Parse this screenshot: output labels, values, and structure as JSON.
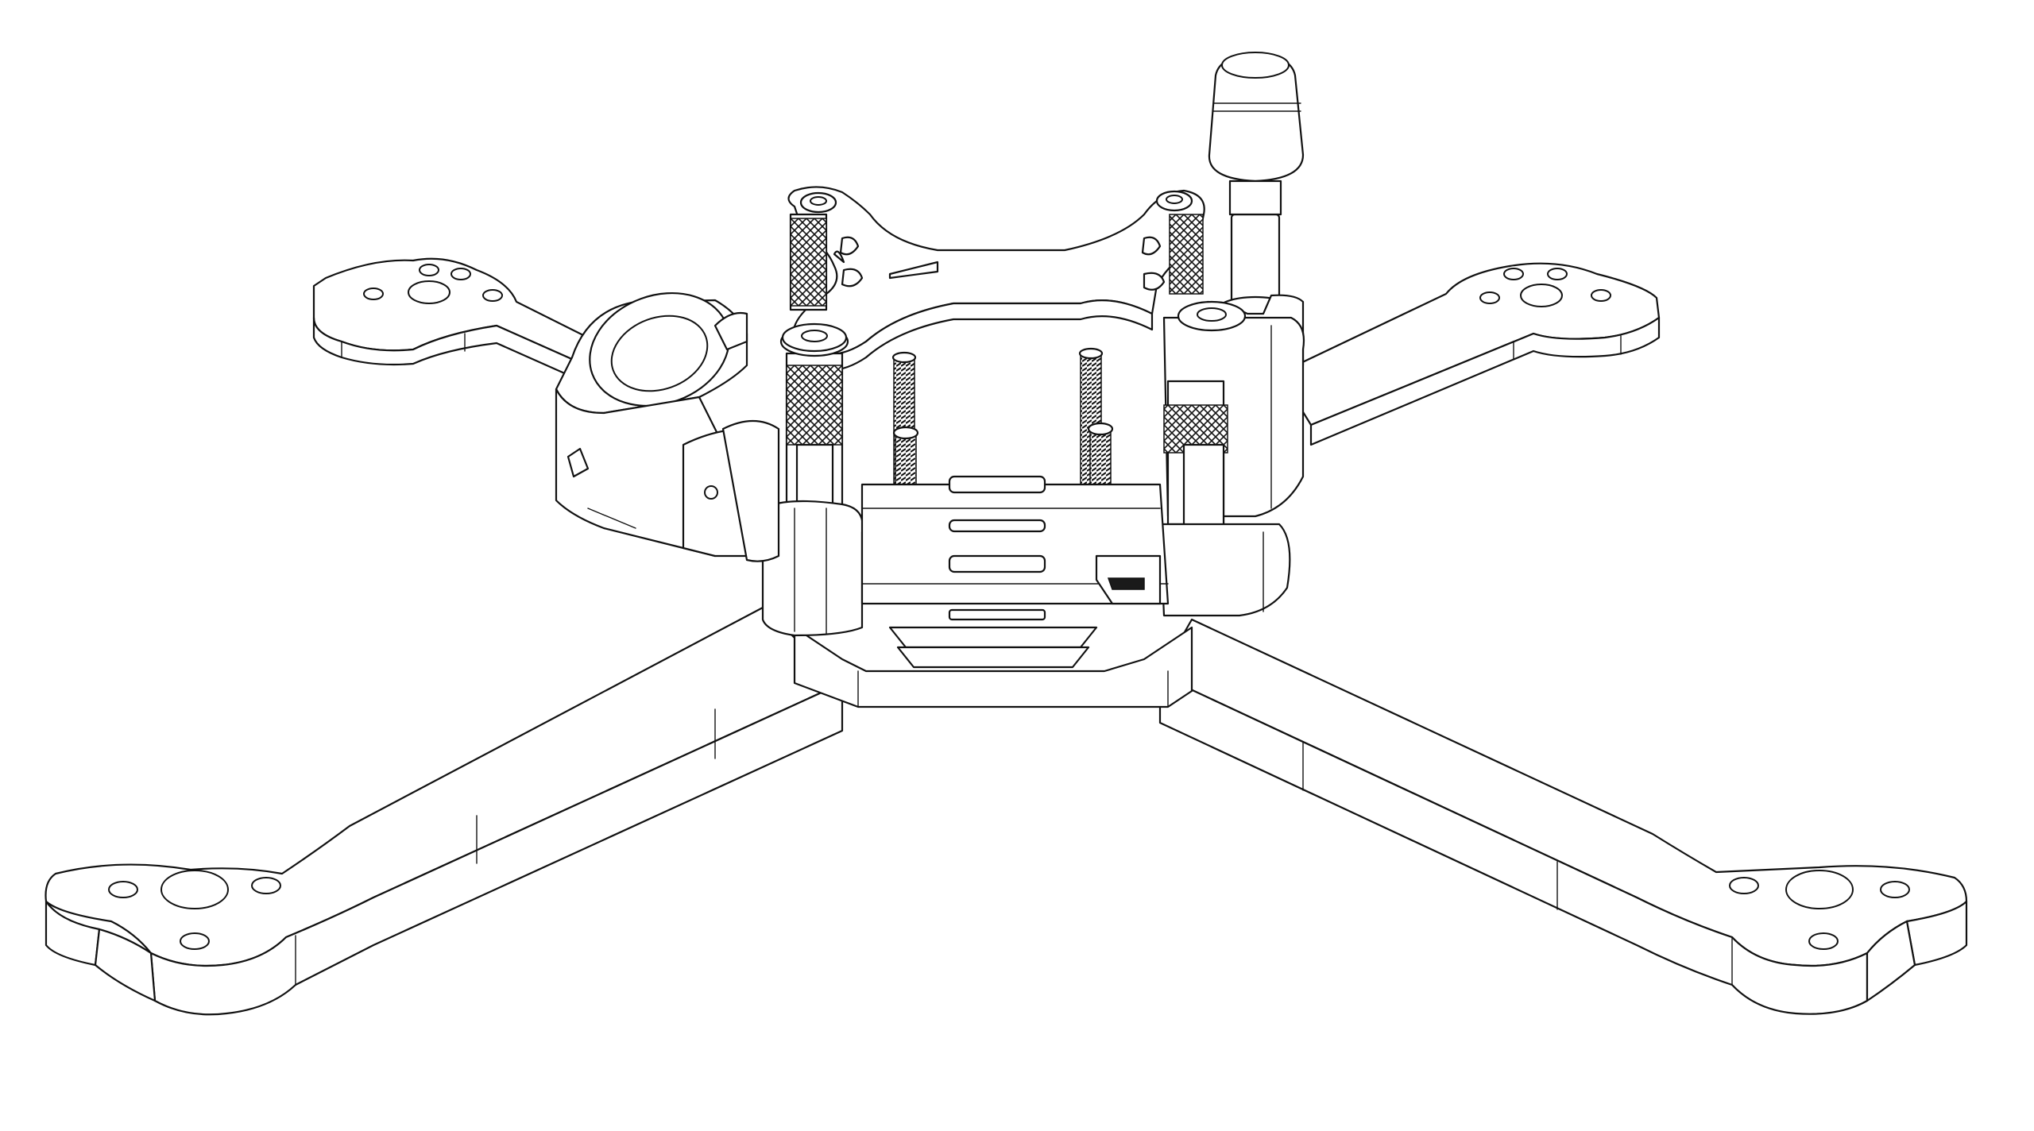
{
  "figure": {
    "background_color": "#ffffff",
    "line_color": "#111111",
    "style": "line-art isometric technical drawing"
  },
  "parts": [
    {
      "name": "arm-front-left",
      "icon": "arm-icon"
    },
    {
      "name": "arm-front-right",
      "icon": "arm-icon"
    },
    {
      "name": "arm-rear-left",
      "icon": "arm-icon"
    },
    {
      "name": "arm-rear-right",
      "icon": "arm-icon"
    },
    {
      "name": "top-plate",
      "icon": "plate-icon"
    },
    {
      "name": "bottom-plate",
      "icon": "plate-icon"
    },
    {
      "name": "camera-mount",
      "icon": "camera-mount-icon"
    },
    {
      "name": "standoffs",
      "icon": "standoff-icon"
    },
    {
      "name": "stack-bolts",
      "icon": "bolt-icon"
    },
    {
      "name": "antenna-holder",
      "icon": "antenna-icon"
    }
  ]
}
